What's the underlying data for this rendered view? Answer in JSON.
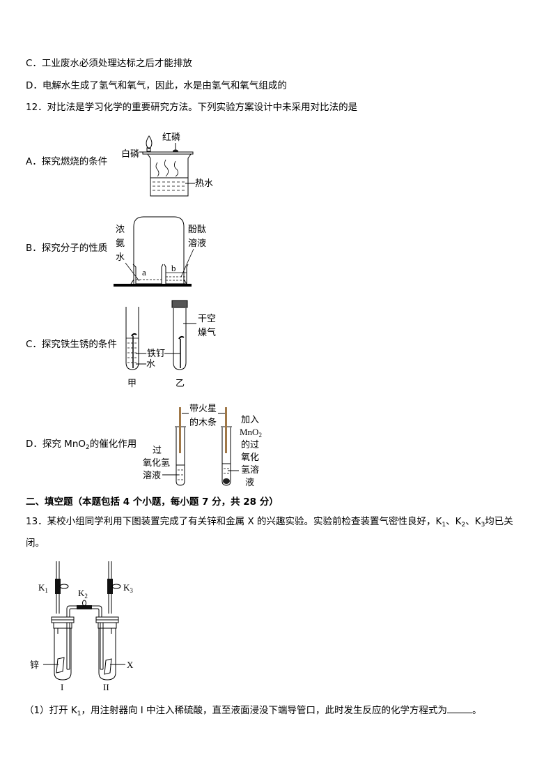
{
  "question11": {
    "option_c": "C．工业废水必须处理达标之后才能排放",
    "option_d": "D．电解水生成了氢气和氧气，因此，水是由氢气和氧气组成的"
  },
  "question12": {
    "stem": "12．对比法是学习化学的重要研究方法。下列实验方案设计中未采用对比法的是",
    "options": [
      {
        "label": "A．探究燃烧的条件",
        "figure": {
          "labels": [
            "红磷",
            "白磷",
            "热水"
          ]
        }
      },
      {
        "label": "B．探究分子的性质",
        "figure": {
          "labels": [
            "浓",
            "氨",
            "水",
            "酚酞",
            "溶液",
            "a",
            "b"
          ]
        }
      },
      {
        "label": "C．探究铁生锈的条件",
        "figure": {
          "labels": [
            "干空",
            "燥气",
            "铁钉",
            "水",
            "甲",
            "乙"
          ]
        }
      },
      {
        "label_prefix": "D．探究 MnO",
        "label_sub": "2",
        "label_suffix": "的催化作用",
        "figure": {
          "labels": [
            "带火星",
            "的木条",
            "过",
            "氧化氢",
            "溶液",
            "加入",
            "MnO",
            "2",
            "的过",
            "氧化",
            "氢溶",
            "液"
          ]
        }
      }
    ]
  },
  "section2": {
    "heading": "二、填空题（本题包括 4 个小题，每小题 7 分，共 28 分）"
  },
  "question13": {
    "stem_line1_a": "13．某校小组同学利用下图装置完成了有关锌和金属 X 的兴趣实验。实验前检查装置气密性良好，K",
    "sub1": "1",
    "sep1": "、K",
    "sub2": "2",
    "sep2": "、K",
    "sub3": "3",
    "stem_line1_b": "均已关",
    "stem_line2": "闭。",
    "figure": {
      "labels": {
        "k1": "K",
        "k1_sub": "1",
        "k2": "K",
        "k2_sub": "2",
        "k3": "K",
        "k3_sub": "3",
        "zinc": "锌",
        "x": "X",
        "tube1": "I",
        "tube2": "II"
      }
    },
    "sub_q1_a": "（1）打开 K",
    "sub_q1_sub": "1",
    "sub_q1_b": "，用注射器向 I 中注入稀硫酸，直至液面浸没下端导管口，此时发生反应的化学方程式为",
    "sub_q1_end": "。"
  }
}
